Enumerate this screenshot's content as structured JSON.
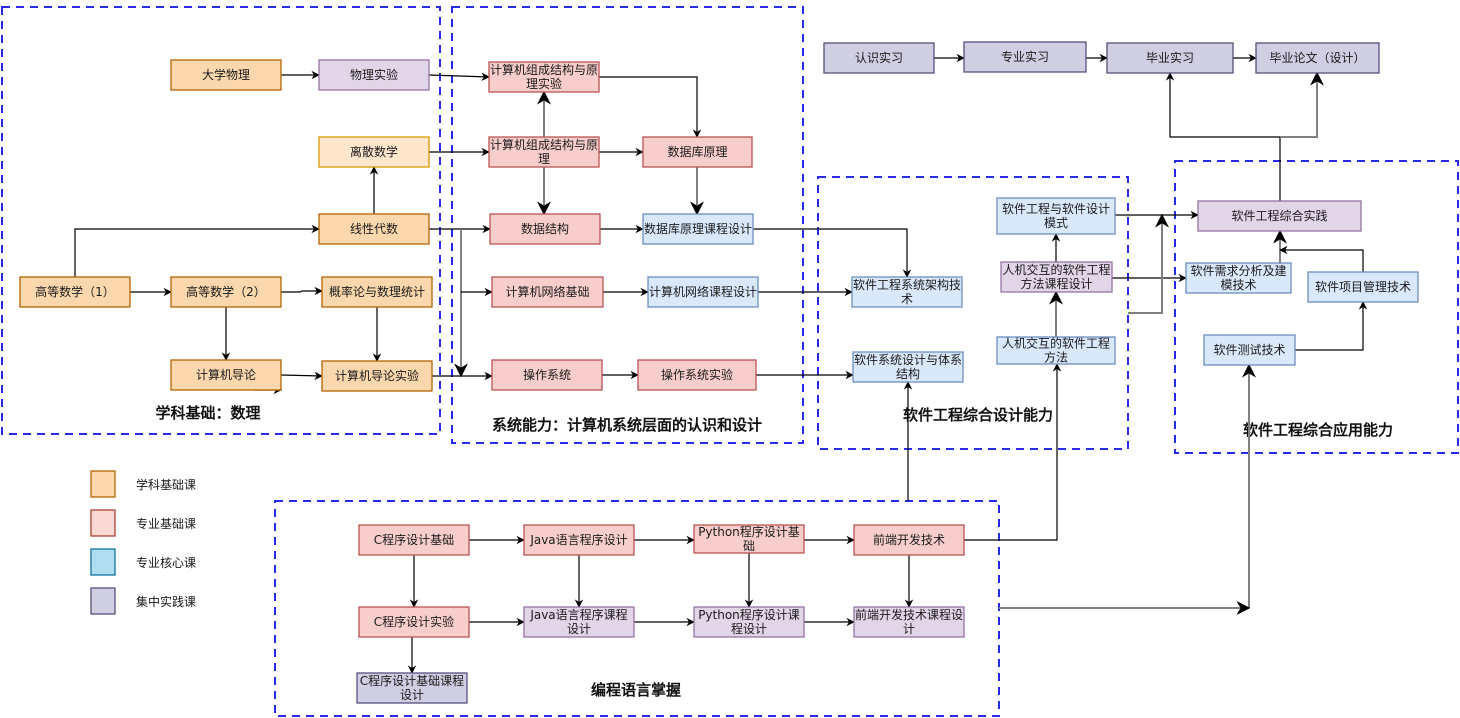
{
  "styles": {
    "subject_basic": {
      "fill": "#fad7ac",
      "stroke": "#b46504"
    },
    "subject_basic_light": {
      "fill": "#ffe6cc",
      "stroke": "#d79b00"
    },
    "major_basic": {
      "fill": "#f8cecc",
      "stroke": "#b85450"
    },
    "major_core": {
      "fill": "#dae8fc",
      "stroke": "#6c8ebf"
    },
    "practice_purple": {
      "fill": "#e1d5e7",
      "stroke": "#9673a6"
    },
    "practice": {
      "fill": "#d0cee2",
      "stroke": "#56517e"
    },
    "group_border": "#2a2aea"
  },
  "legend": [
    {
      "label": "学科基础课",
      "fill": "#fad7ac",
      "stroke": "#b46504"
    },
    {
      "label": "专业基础课",
      "fill": "#fad9d5",
      "stroke": "#ae4132"
    },
    {
      "label": "专业核心课",
      "fill": "#b1ddf0",
      "stroke": "#10739e"
    },
    {
      "label": "集中实践课",
      "fill": "#d0cee2",
      "stroke": "#56517e"
    }
  ],
  "groups": [
    {
      "id": "g1",
      "title": "学科基础：数理"
    },
    {
      "id": "g2",
      "title": "系统能力：计算机系统层面的认识和设计"
    },
    {
      "id": "g3",
      "title": "软件工程综合设计能力"
    },
    {
      "id": "g4",
      "title": "软件工程综合应用能力"
    },
    {
      "id": "g5",
      "title": "编程语言掌握"
    }
  ],
  "nodes": [
    {
      "id": "dxwl",
      "lines": [
        "大学物理"
      ],
      "style": "subject_basic"
    },
    {
      "id": "wlsy",
      "lines": [
        "物理实验"
      ],
      "style": "practice_purple"
    },
    {
      "id": "lssx",
      "lines": [
        "离散数学"
      ],
      "style": "subject_basic_light"
    },
    {
      "id": "xxds",
      "lines": [
        "线性代数"
      ],
      "style": "subject_basic"
    },
    {
      "id": "gdsx1",
      "lines": [
        "高等数学（1）"
      ],
      "style": "subject_basic"
    },
    {
      "id": "gdsx2",
      "lines": [
        "高等数学（2）"
      ],
      "style": "subject_basic"
    },
    {
      "id": "gll",
      "lines": [
        "概率论与数理统计"
      ],
      "style": "subject_basic"
    },
    {
      "id": "jsjdl",
      "lines": [
        "计算机导论"
      ],
      "style": "subject_basic"
    },
    {
      "id": "jsjdlsy",
      "lines": [
        "计算机导论实验"
      ],
      "style": "subject_basic"
    },
    {
      "id": "zcsy",
      "lines": [
        "计算机组成结构与原",
        "理实验"
      ],
      "style": "major_basic"
    },
    {
      "id": "zc",
      "lines": [
        "计算机组成结构与原",
        "理"
      ],
      "style": "major_basic"
    },
    {
      "id": "sjky",
      "lines": [
        "数据库原理"
      ],
      "style": "major_basic"
    },
    {
      "id": "sjjg",
      "lines": [
        "数据结构"
      ],
      "style": "major_basic"
    },
    {
      "id": "sjkkc",
      "lines": [
        "数据库原理课程设计"
      ],
      "style": "major_core"
    },
    {
      "id": "wljc",
      "lines": [
        "计算机网络基础"
      ],
      "style": "major_basic"
    },
    {
      "id": "wlkc",
      "lines": [
        "计算机网络课程设计"
      ],
      "style": "major_core"
    },
    {
      "id": "czxt",
      "lines": [
        "操作系统"
      ],
      "style": "major_basic"
    },
    {
      "id": "czxtsy",
      "lines": [
        "操作系统实验"
      ],
      "style": "major_basic"
    },
    {
      "id": "rssx",
      "lines": [
        "认识实习"
      ],
      "style": "practice"
    },
    {
      "id": "zysx",
      "lines": [
        "专业实习"
      ],
      "style": "practice"
    },
    {
      "id": "bysx",
      "lines": [
        "毕业实习"
      ],
      "style": "practice"
    },
    {
      "id": "bylw",
      "lines": [
        "毕业论文（设计）"
      ],
      "style": "practice"
    },
    {
      "id": "rjgcms",
      "lines": [
        "软件工程与软件设计",
        "模式"
      ],
      "style": "major_core"
    },
    {
      "id": "rjjg",
      "lines": [
        "软件工程系统架构技",
        "术"
      ],
      "style": "major_core"
    },
    {
      "id": "rjjhkc",
      "lines": [
        "人机交互的软件工程",
        "方法课程设计"
      ],
      "style": "practice_purple"
    },
    {
      "id": "rjjh",
      "lines": [
        "人机交互的软件工程",
        "方法"
      ],
      "style": "major_core"
    },
    {
      "id": "rjxtsj",
      "lines": [
        "软件系统设计与体系",
        "结构"
      ],
      "style": "major_core"
    },
    {
      "id": "rjzhsj",
      "lines": [
        "软件工程综合实践"
      ],
      "style": "practice_purple"
    },
    {
      "id": "rjxq",
      "lines": [
        "软件需求分析及建",
        "模技术"
      ],
      "style": "major_core"
    },
    {
      "id": "rjxm",
      "lines": [
        "软件项目管理技术"
      ],
      "style": "major_core"
    },
    {
      "id": "rjcs",
      "lines": [
        "软件测试技术"
      ],
      "style": "major_core"
    },
    {
      "id": "cjc",
      "lines": [
        "C程序设计基础"
      ],
      "style": "major_basic"
    },
    {
      "id": "java",
      "lines": [
        "Java语言程序设计"
      ],
      "style": "major_basic"
    },
    {
      "id": "py",
      "lines": [
        "Python程序设计基",
        "础"
      ],
      "style": "major_basic"
    },
    {
      "id": "qd",
      "lines": [
        "前端开发技术"
      ],
      "style": "major_basic"
    },
    {
      "id": "csy",
      "lines": [
        "C程序设计实验"
      ],
      "style": "major_basic"
    },
    {
      "id": "javakc",
      "lines": [
        "Java语言程序课程",
        "设计"
      ],
      "style": "practice_purple"
    },
    {
      "id": "pykc",
      "lines": [
        "Python程序设计课",
        "程设计"
      ],
      "style": "practice_purple"
    },
    {
      "id": "qdkc",
      "lines": [
        "前端开发技术课程设",
        "计"
      ],
      "style": "practice_purple"
    },
    {
      "id": "ckc",
      "lines": [
        "C程序设计基础课程",
        "设计"
      ],
      "style": "practice"
    }
  ]
}
